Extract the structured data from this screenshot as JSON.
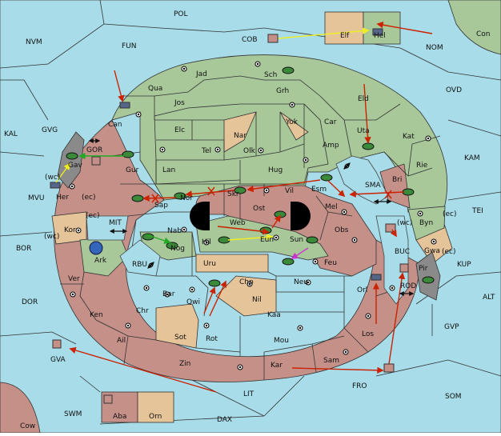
{
  "colors": {
    "sea": "#a8dce9",
    "green": "#a8c89a",
    "red": "#c49088",
    "tan": "#e6c49a",
    "gray": "#8a8a8a",
    "arrow_red": "#cc2200",
    "arrow_yellow": "#ffff33",
    "arrow_green": "#22bb22",
    "arrow_magenta": "#cc33cc"
  },
  "labels": {
    "pol": "POL",
    "nvm": "NVM",
    "fun": "FUN",
    "cob": "COB",
    "elf": "Elf",
    "hel": "Hel",
    "con": "Con",
    "nom": "NOM",
    "jad": "Jad",
    "sch": "Sch",
    "qua": "Qua",
    "grh": "Grh",
    "ovd": "OVD",
    "jos": "Jos",
    "eld": "Eld",
    "can": "Can",
    "kal": "KAL",
    "gvg": "GVG",
    "elc": "Elc",
    "nar": "Nar",
    "yok": "Yok",
    "car": "Car",
    "uta": "Uta",
    "kat": "Kat",
    "gor": "GOR",
    "tel": "Tel",
    "olk": "Olk",
    "amp": "Amp",
    "kam": "KAM",
    "gav": "Gav",
    "gur": "Gur",
    "lan": "Lan",
    "hug": "Hug",
    "rie": "Rie",
    "wc1": "(wc)",
    "bri": "Bri",
    "sma": "SMA",
    "mvu": "MVU",
    "esm": "Esm",
    "her": "Her",
    "ec1": "(ec)",
    "sap": "Sap",
    "nor": "Nor",
    "skr": "Skr",
    "vil": "Vil",
    "mel": "Mel",
    "ost": "Ost",
    "tei": "TEI",
    "ec2": "(ec)",
    "byn": "Byn",
    "kor": "Kor",
    "mit": "MIT",
    "web": "Web",
    "wc2": "(wc)",
    "ec3": "(ec)",
    "nab": "Nab",
    "eun": "Eun",
    "sun": "Sun",
    "obs": "Obs",
    "wc3": "(wc)",
    "bor": "BOR",
    "gwa": "Gwa",
    "ec4": "(ec)",
    "buc": "BUC",
    "hil": "Hil",
    "ark": "Ark",
    "nog": "Nog",
    "kup": "KUP",
    "rbu": "RBU",
    "uru": "Uru",
    "feu": "Feu",
    "pir": "Pir",
    "ver": "Ver",
    "chp": "Chp",
    "neu": "Neu",
    "orl": "Orl",
    "rod": "ROD",
    "dor": "DOR",
    "bar": "Bar",
    "qwi": "Qwi",
    "nil": "Nil",
    "alt": "ALT",
    "ken": "Ken",
    "chr": "Chr",
    "kaa": "Kaa",
    "gvp": "GVP",
    "sot": "Sot",
    "los": "Los",
    "ail": "Ail",
    "rot": "Rot",
    "mou": "Mou",
    "gva": "GVA",
    "zin": "Zin",
    "kar": "Kar",
    "sam": "Sam",
    "fro": "FRO",
    "lit": "LIT",
    "som": "SOM",
    "swm": "SWM",
    "aba": "Aba",
    "orn": "Orn",
    "dax": "DAX",
    "cow": "Cow"
  }
}
